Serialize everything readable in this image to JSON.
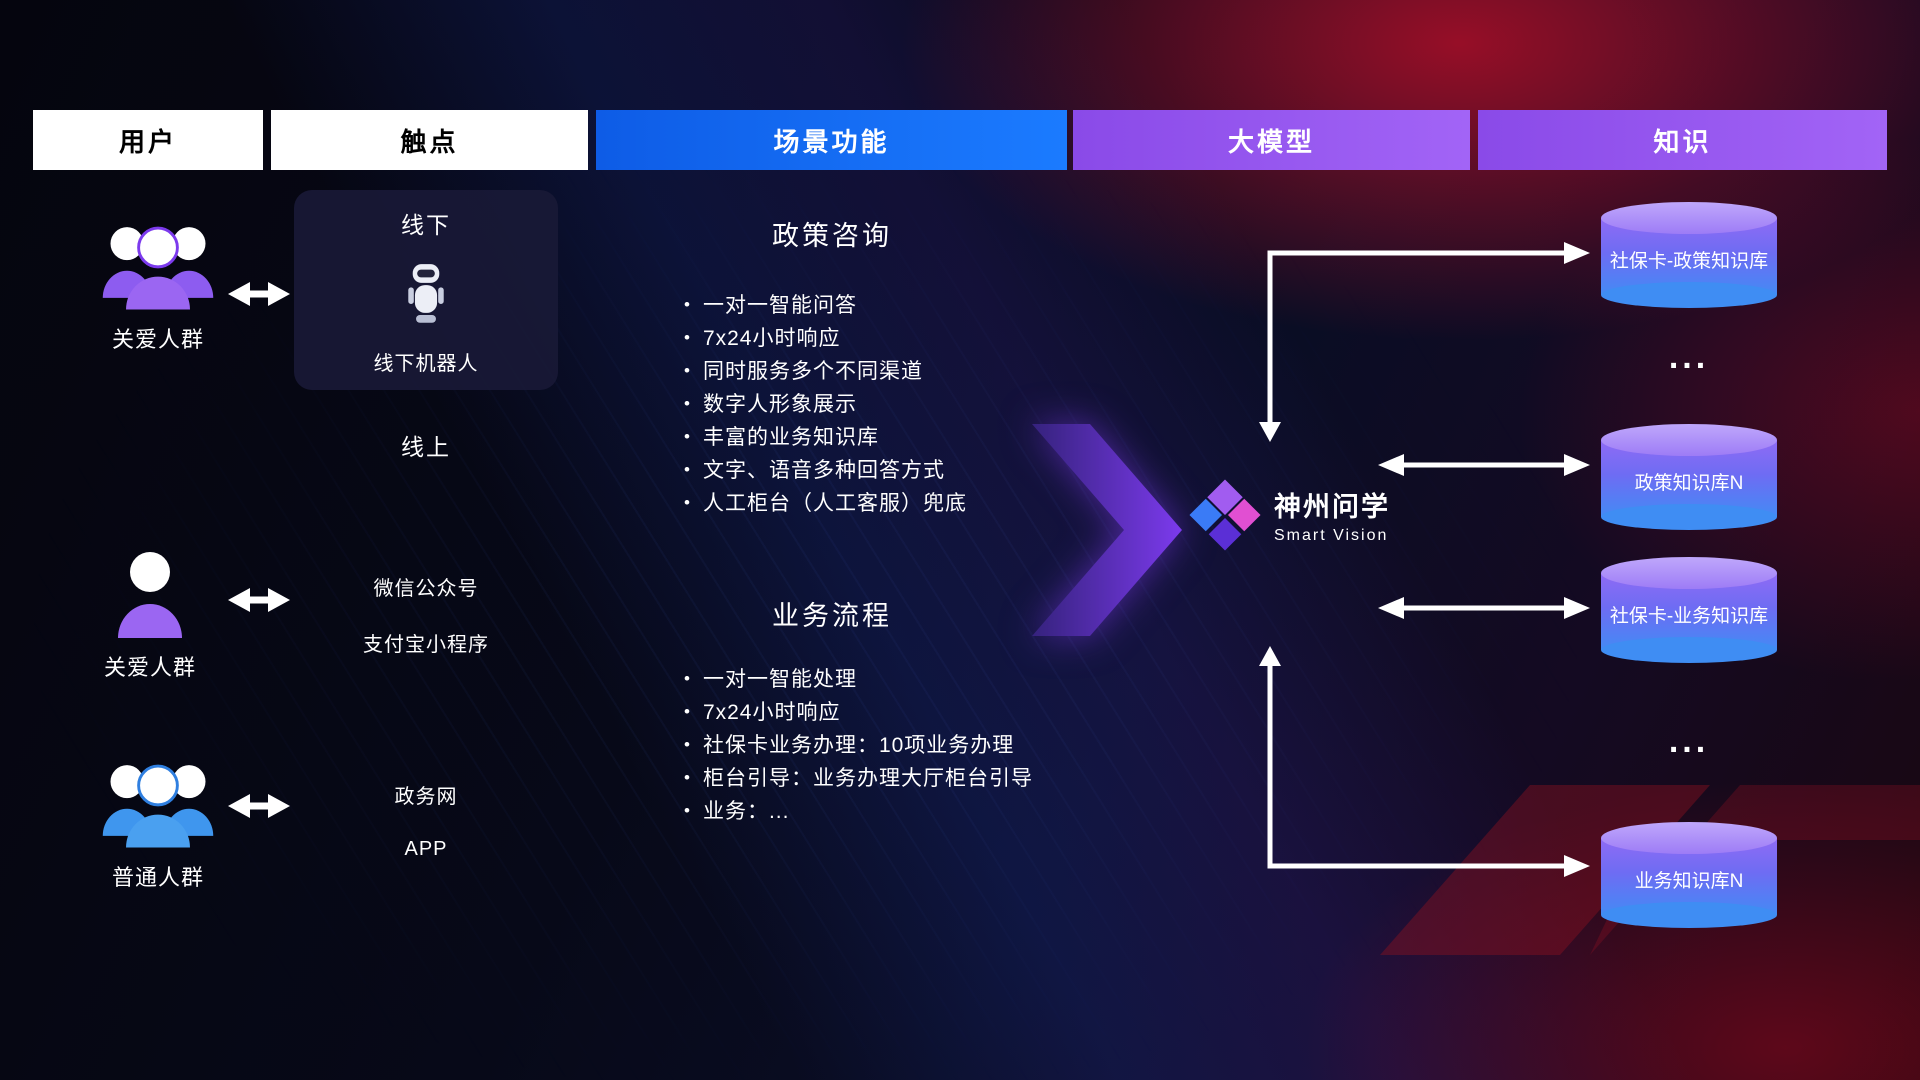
{
  "headers": [
    "用户",
    "触点",
    "场景功能",
    "大模型",
    "知识"
  ],
  "users": [
    {
      "label": "关爱人群",
      "icon": "people-group-icon",
      "color": "#9b66f2"
    },
    {
      "label": "关爱人群",
      "icon": "person-icon",
      "color": "#9b66f2"
    },
    {
      "label": "普通人群",
      "icon": "people-group-icon",
      "color": "#4aa0f0"
    }
  ],
  "touchpoints": {
    "offline_title": "线下",
    "offline_robot": "线下机器人",
    "online_title": "线上",
    "online_channels": [
      "微信公众号",
      "支付宝小程序",
      "政务网",
      "APP"
    ]
  },
  "scenario": {
    "policy_title": "政策咨询",
    "policy_items": [
      "一对一智能问答",
      "7x24小时响应",
      "同时服务多个不同渠道",
      "数字人形象展示",
      "丰富的业务知识库",
      "文字、语音多种回答方式",
      "人工柜台（人工客服）兜底"
    ],
    "business_title": "业务流程",
    "business_items": [
      "一对一智能处理",
      "7x24小时响应",
      "社保卡业务办理：10项业务办理",
      "柜台引导：业务办理大厅柜台引导",
      "业务：..."
    ]
  },
  "model": {
    "name": "神州问学",
    "subtitle": "Smart Vision"
  },
  "knowledge": {
    "databases": [
      "社保卡-政策知识库",
      "政策知识库N",
      "社保卡-业务知识库",
      "业务知识库N"
    ],
    "ellipsis": "..."
  },
  "colors": {
    "header_blue": "#1b7bff",
    "header_purple": "#9a5cf0",
    "user_purple": "#9b66f2",
    "user_blue": "#4aa0f0",
    "db_top": "#bfa7fb",
    "db_bottom": "#3f8df3",
    "arrow_purple": "#7c3aed",
    "background_red": "#8d1220"
  }
}
